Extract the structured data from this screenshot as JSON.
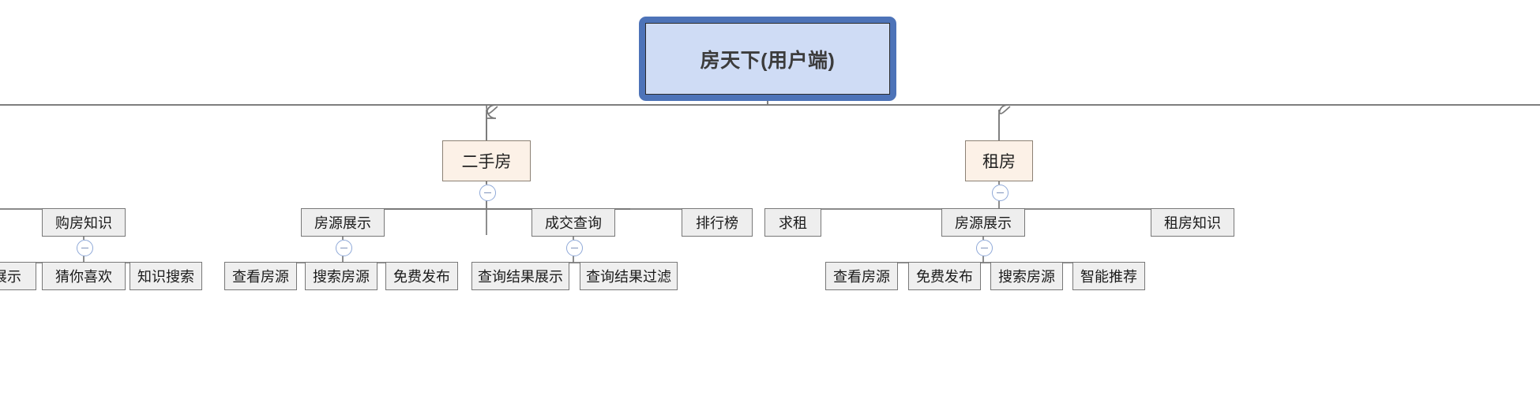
{
  "diagram": {
    "type": "mindmap-tree",
    "title": "房天下(用户端)",
    "orientation": "top-down",
    "colors": {
      "root_fill": "#cfdcf5",
      "root_selection_border": "#4d73b8",
      "level2_fill": "#fcf1e7",
      "level2_border": "#8c8174",
      "level3_fill": "#eeeeee",
      "level3_border": "#787878",
      "leaf_fill": "#efefef",
      "leaf_border": "#787878",
      "connector": "#7a7a7a",
      "toggle_border": "#8fa9d8"
    }
  },
  "root": {
    "label": "房天下(用户端)",
    "selected": true
  },
  "branches": [
    {
      "id": "ershoufang",
      "label": "二手房",
      "collapse_toggle": "collapse-minus-icon",
      "children": [
        {
          "id": "fangyuan-zhanshi-1",
          "label": "房源展示",
          "collapse_toggle": "collapse-minus-icon",
          "children": [
            {
              "label": "查看房源"
            },
            {
              "label": "搜索房源"
            },
            {
              "label": "免费发布"
            }
          ]
        },
        {
          "id": "chengjiao-chaxun",
          "label": "成交查询",
          "collapse_toggle": "collapse-minus-icon",
          "children": [
            {
              "label": "查询结果展示"
            },
            {
              "label": "查询结果过滤"
            }
          ]
        },
        {
          "id": "paihangbang",
          "label": "排行榜",
          "children": []
        }
      ]
    },
    {
      "id": "zufang",
      "label": "租房",
      "collapse_toggle": "collapse-minus-icon",
      "children": [
        {
          "id": "qiuzu",
          "label": "求租",
          "children": []
        },
        {
          "id": "fangyuan-zhanshi-2",
          "label": "房源展示",
          "collapse_toggle": "collapse-minus-icon",
          "children": [
            {
              "label": "查看房源"
            },
            {
              "label": "免费发布"
            },
            {
              "label": "搜索房源"
            },
            {
              "label": "智能推荐"
            }
          ]
        },
        {
          "id": "zufang-zhishi",
          "label": "租房知识",
          "children": []
        }
      ]
    }
  ],
  "offscreen_left": {
    "note": "branch clipped at the left edge of the viewport",
    "level3": {
      "label": "购房知识",
      "collapse_toggle": "collapse-minus-icon"
    },
    "leaves": [
      {
        "label": "展示",
        "clipped": true
      },
      {
        "label": "猜你喜欢"
      },
      {
        "label": "知识搜索"
      }
    ]
  }
}
